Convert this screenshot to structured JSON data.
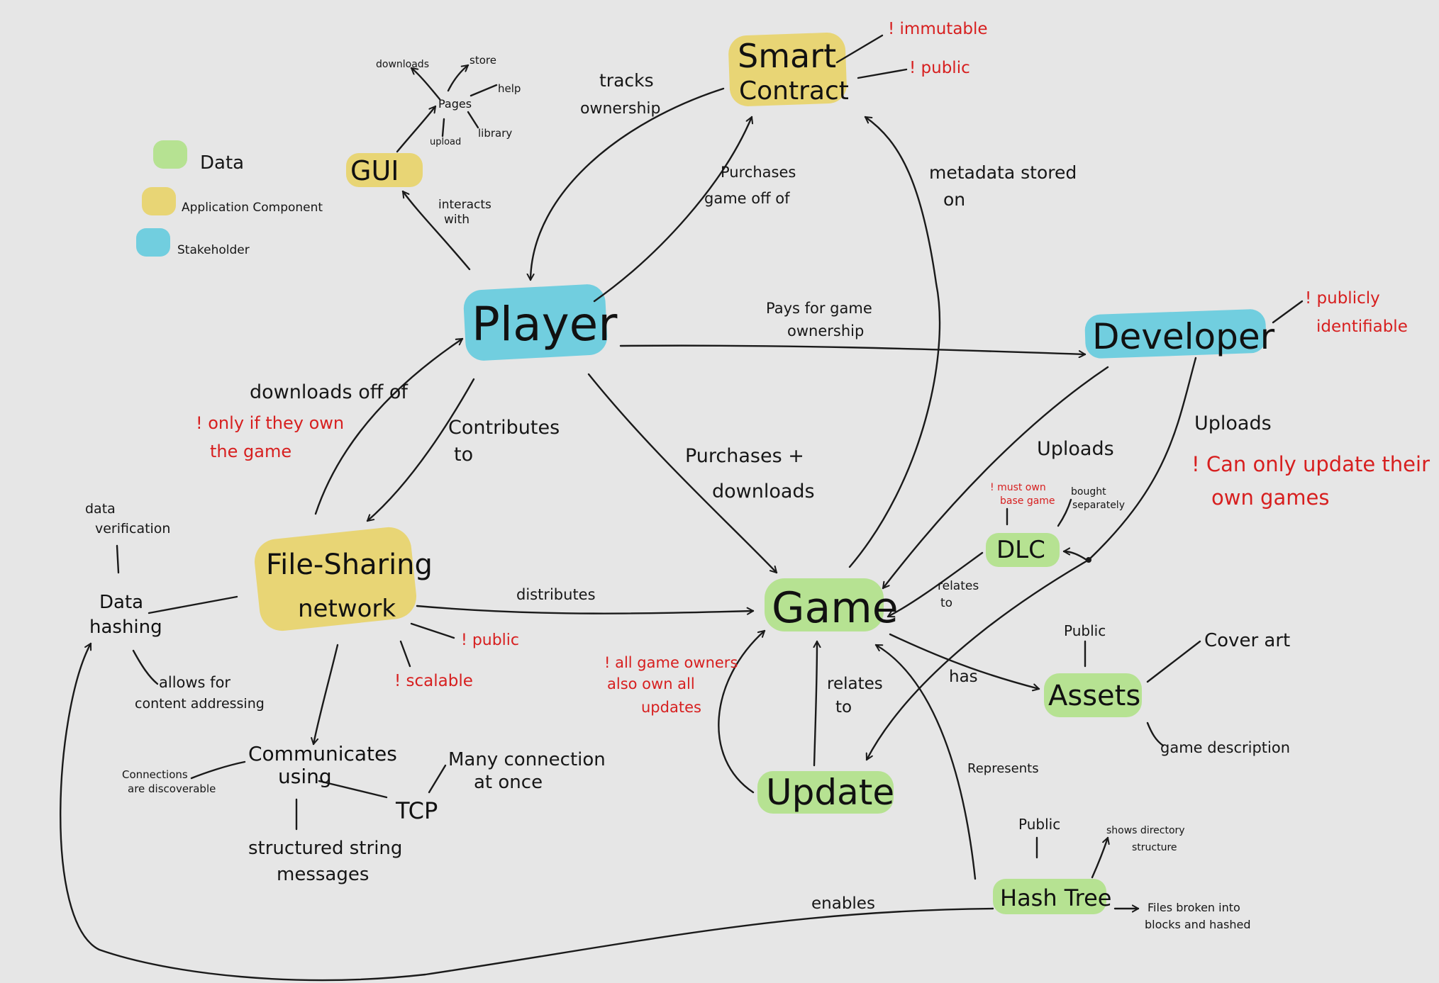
{
  "colors": {
    "background": "#e6e6e6",
    "data": "#a8e07a",
    "component": "#e8cf55",
    "stakeholder": "#4fc7dc",
    "warning": "#d71f1f",
    "ink": "#161616"
  },
  "legend": {
    "data": "Data",
    "component": "Application Component",
    "stakeholder": "Stakeholder"
  },
  "nodes": {
    "player": "Player",
    "developer": "Developer",
    "smart_contract_line1": "Smart",
    "smart_contract_line2": "Contract",
    "gui": "GUI",
    "file_sharing_line1": "File-Sharing",
    "file_sharing_line2": "network",
    "game": "Game",
    "dlc": "DLC",
    "update": "Update",
    "assets": "Assets",
    "hash_tree": "Hash Tree",
    "data_hashing_line1": "Data",
    "data_hashing_line2": "hashing",
    "communicates_line1": "Communicates",
    "communicates_line2": "using",
    "tcp": "TCP",
    "pages": "Pages"
  },
  "notes": {
    "downloads": "downloads",
    "store": "store",
    "help": "help",
    "upload": "upload",
    "library": "library",
    "data_verification_line1": "data",
    "data_verification_line2": "verification",
    "content_addressing_line1": "allows for",
    "content_addressing_line2": "content addressing",
    "connections_line1": "Connections",
    "connections_line2": "are discoverable",
    "many_connection_line1": "Many connection",
    "many_connection_line2": "at once",
    "structured_line1": "structured string",
    "structured_line2": "messages",
    "bought_line1": "bought",
    "bought_line2": "separately",
    "assets_public": "Public",
    "cover_art": "Cover art",
    "game_description": "game description",
    "hash_public": "Public",
    "directory_line1": "shows directory",
    "directory_line2": "structure",
    "blocks_line1": "Files broken into",
    "blocks_line2": "blocks and hashed"
  },
  "edges": {
    "tracks_line1": "tracks",
    "tracks_line2": "ownership",
    "purchases_off_line1": "Purchases",
    "purchases_off_line2": "game off of",
    "interacts_line1": "interacts",
    "interacts_line2": "with",
    "metadata_line1": "metadata stored",
    "metadata_line2": "on",
    "pays_line1": "Pays for game",
    "pays_line2": "ownership",
    "downloads_off": "downloads off of",
    "contributes_line1": "Contributes",
    "contributes_line2": "to",
    "purchases_dl_line1": "Purchases +",
    "purchases_dl_line2": "downloads",
    "uploads_dlc": "Uploads",
    "uploads_update": "Uploads",
    "distributes": "distributes",
    "relates_dlc_line1": "relates",
    "relates_dlc_line2": "to",
    "relates_update_line1": "relates",
    "relates_update_line2": "to",
    "has": "has",
    "represents": "Represents",
    "enables": "enables"
  },
  "warnings": {
    "immutable": "! immutable",
    "contract_public": "! public",
    "identifiable_line1": "! publicly",
    "identifiable_line2": "identifiable",
    "own_game_line1": "! only if they own",
    "own_game_line2": "the game",
    "update_own_line1": "! Can only update their",
    "update_own_line2": "own games",
    "base_game_line1": "! must own",
    "base_game_line2": "base game",
    "network_public": "! public",
    "scalable": "! scalable",
    "owners_line1": "! all game owners",
    "owners_line2": "also own all",
    "owners_line3": "updates"
  }
}
